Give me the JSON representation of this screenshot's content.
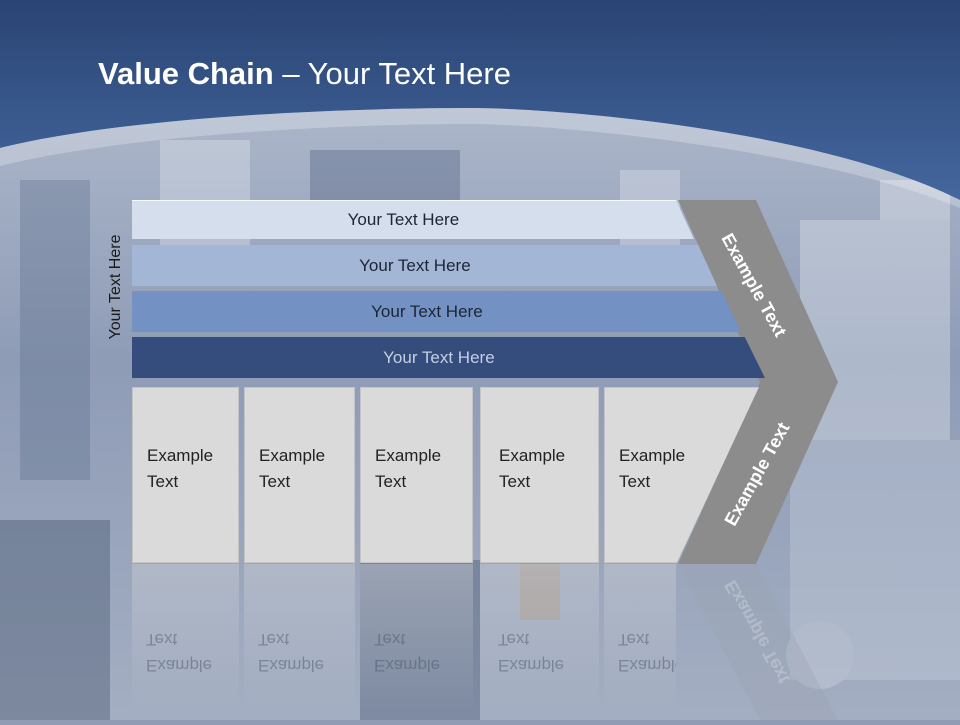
{
  "slide": {
    "title_bold": "Value Chain",
    "title_rest": " – Your Text Here",
    "vertical_label": "Your Text Here"
  },
  "bands": [
    {
      "text": "Your Text Here",
      "color": "#d4deed"
    },
    {
      "text": "Your Text Here",
      "color": "#a3b6d6"
    },
    {
      "text": "Your Text Here",
      "color": "#7392c3"
    },
    {
      "text": "Your Text Here",
      "color": "#344d7d"
    }
  ],
  "boxes": [
    {
      "line1": "Example",
      "line2": "Text"
    },
    {
      "line1": "Example",
      "line2": "Text"
    },
    {
      "line1": "Example",
      "line2": "Text"
    },
    {
      "line1": "Example",
      "line2": "Text"
    },
    {
      "line1": "Example",
      "line2": "Text"
    }
  ],
  "chevron": {
    "upper_label": "Example Text",
    "lower_label": "Example Text",
    "color": "#8c8c8c"
  },
  "colors": {
    "header_blue": "#3a5f99",
    "box_gray": "#dadada"
  }
}
